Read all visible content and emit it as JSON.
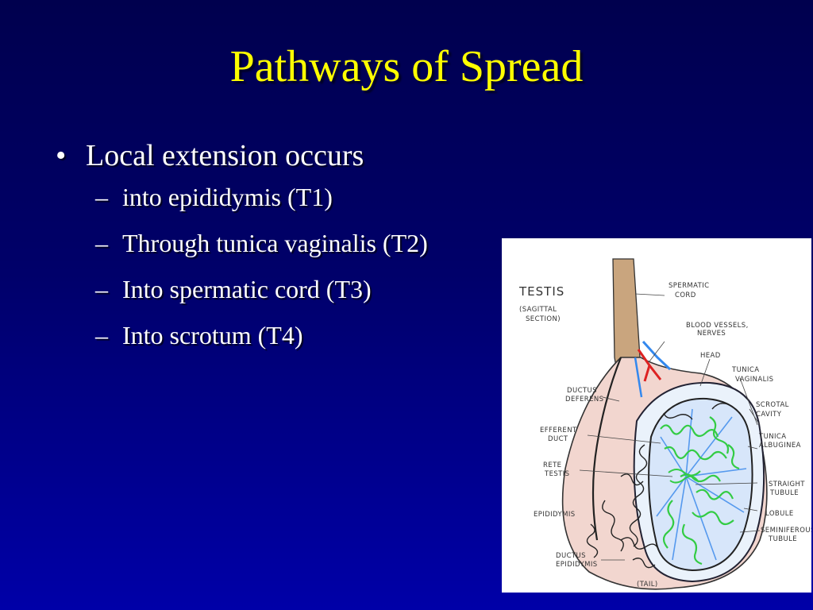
{
  "slide": {
    "title": "Pathways of Spread",
    "bullet_symbol": "•",
    "bullet": "Local extension occurs",
    "dash_symbol": "–",
    "sub_items": [
      "into epididymis (T1)",
      "Through tunica vaginalis (T2)",
      "Into spermatic cord (T3)",
      "Into scrotum (T4)"
    ]
  },
  "figure": {
    "title_line1": "TESTIS",
    "title_line2": "(SAGITTAL",
    "title_line3": "SECTION)",
    "labels": {
      "spermatic_cord_1": "SPERMATIC",
      "spermatic_cord_2": "CORD",
      "blood_vessels_1": "BLOOD VESSELS,",
      "blood_vessels_2": "NERVES",
      "head": "HEAD",
      "tunica_vaginalis_1": "TUNICA",
      "tunica_vaginalis_2": "VAGINALIS",
      "scrotal_cavity_1": "SCROTAL",
      "scrotal_cavity_2": "CAVITY",
      "tunica_albuginea_1": "TUNICA",
      "tunica_albuginea_2": "ALBUGINEA",
      "straight_tubule_1": "STRAIGHT",
      "straight_tubule_2": "TUBULE",
      "lobule": "LOBULE",
      "seminiferous_1": "SEMINIFEROUS",
      "seminiferous_2": "TUBULE",
      "ductus_deferens_1": "DUCTUS",
      "ductus_deferens_2": "DEFERENS",
      "efferent_duct_1": "EFFERENT",
      "efferent_duct_2": "DUCT",
      "rete_testis_1": "RETE",
      "rete_testis_2": "TESTIS",
      "epididymis": "EPIDIDYMIS",
      "ductus_epididymis_1": "DUCTUS",
      "ductus_epididymis_2": "EPIDIDYMIS",
      "tail": "(TAIL)"
    },
    "colors": {
      "tubules": "#33cc44",
      "lobules": "#5599ee",
      "artery": "#dd2222",
      "vein": "#3388ee",
      "tissue": "#f2d6cf",
      "cord": "#c9a57e"
    }
  }
}
